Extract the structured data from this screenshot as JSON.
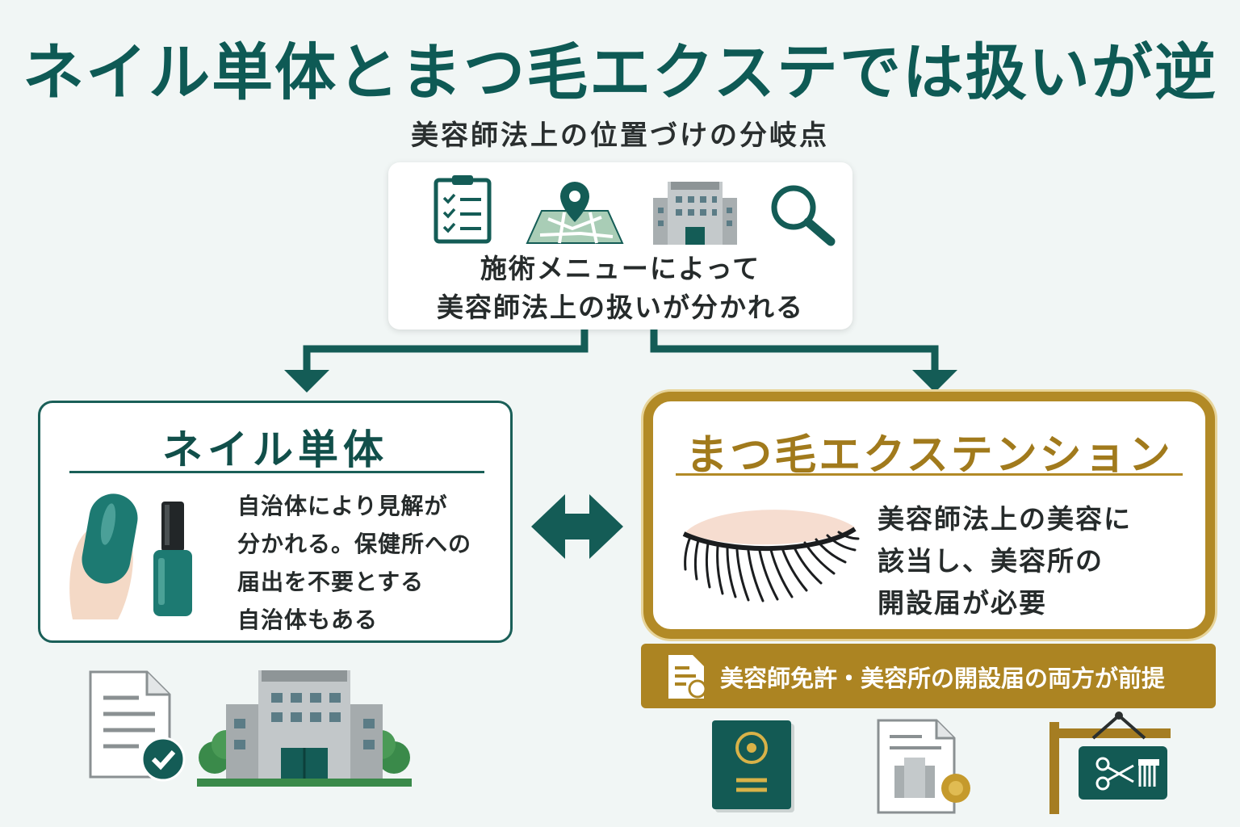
{
  "header": {
    "title": "ネイル単体とまつ毛エクステでは扱いが逆",
    "subtitle": "美容師法上の位置づけの分岐点"
  },
  "top_box": {
    "line1": "施術メニューによって",
    "line2": "美容師法上の扱いが分かれる",
    "icons": [
      "clipboard-icon",
      "map-pin-icon",
      "building-icon",
      "magnifier-icon"
    ]
  },
  "left_box": {
    "title": "ネイル単体",
    "lines": [
      "自治体により見解が",
      "分かれる。保健所への",
      "届出を不要とする",
      "自治体もある"
    ],
    "icons": [
      "nail-icon",
      "nail-polish-icon",
      "document-check-icon",
      "office-building-icon"
    ]
  },
  "right_box": {
    "title": "まつ毛エクステンション",
    "lines": [
      "美容師法上の美容に",
      "該当し、美容所の",
      "開設届が必要"
    ],
    "icons": [
      "eyelash-icon"
    ]
  },
  "banner": {
    "text": "美容師免許・美容所の開設届の両方が前提",
    "icons": [
      "certificate-icon",
      "license-book-icon",
      "registration-document-icon",
      "salon-sign-icon"
    ]
  },
  "colors": {
    "teal": "#0e5a55",
    "gold": "#b28a26",
    "background": "#f1f6f5"
  }
}
